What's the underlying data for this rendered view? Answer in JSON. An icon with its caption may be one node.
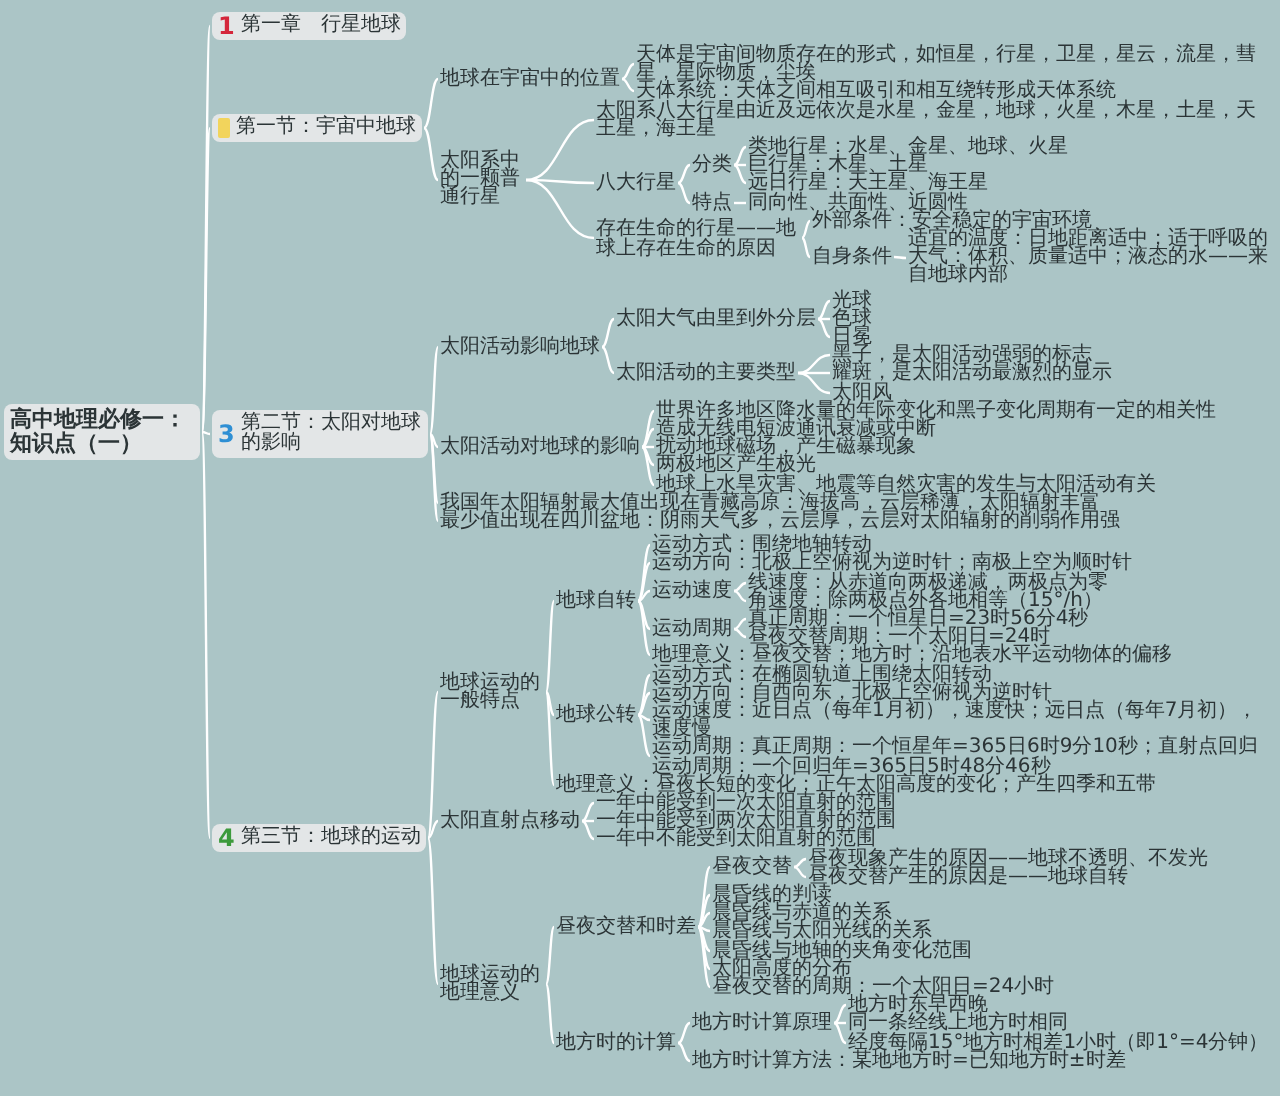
{
  "diagram": {
    "nodes": [
      {
        "text": [
          "高中地理必修一：知识点（一）"
        ]
      },
      {
        "text": [
          "1",
          "第一章　行星地球"
        ]
      },
      {
        "text": [
          "第一节：宇宙中地球"
        ]
      },
      {
        "text": [
          "地球在宇宙中的位置"
        ]
      },
      {
        "text": [
          "天体是宇宙间物质存在的形式，如恒星，行星，卫星，星云，流星，彗星，星际物质，尘埃"
        ]
      },
      {
        "text": [
          "天体系统：天体之间相互吸引和相互绕转形成天体系统"
        ]
      },
      {
        "text": [
          "太阳系中的一颗普通行星"
        ]
      },
      {
        "text": [
          "太阳系八大行星由近及远依次是水星，金星，地球，火星，木星，土星，天王星，海王星"
        ]
      },
      {
        "text": [
          "八大行星"
        ]
      },
      {
        "text": [
          "分类"
        ]
      },
      {
        "text": [
          "类地行星：水星、金星、地球、火星"
        ]
      },
      {
        "text": [
          "巨行星：木星、土星"
        ]
      },
      {
        "text": [
          "远日行星：天王星、海王星"
        ]
      },
      {
        "text": [
          "特点"
        ]
      },
      {
        "text": [
          "同向性、共面性、近圆性"
        ]
      },
      {
        "text": [
          "存在生命的行星——地球上存在生命的原因"
        ]
      },
      {
        "text": [
          "外部条件：安全稳定的宇宙环境"
        ]
      },
      {
        "text": [
          "自身条件"
        ]
      },
      {
        "text": [
          "适宜的温度：日地距离适中；适于呼吸的大气：体积、质量适中；液态的水——来自地球内部"
        ]
      },
      {
        "text": [
          "3",
          "第二节：太阳对地球的影响"
        ]
      },
      {
        "text": [
          "太阳活动影响地球"
        ]
      },
      {
        "text": [
          "太阳大气由里到外分层"
        ]
      },
      {
        "text": [
          "光球"
        ]
      },
      {
        "text": [
          "色球"
        ]
      },
      {
        "text": [
          "日冕"
        ]
      },
      {
        "text": [
          "太阳活动的主要类型"
        ]
      },
      {
        "text": [
          "黑子，是太阳活动强弱的标志"
        ]
      },
      {
        "text": [
          "耀斑，是太阳活动最激烈的显示"
        ]
      },
      {
        "text": [
          "太阳风"
        ]
      },
      {
        "text": [
          "太阳活动对地球的影响"
        ]
      },
      {
        "text": [
          "世界许多地区降水量的年际变化和黑子变化周期有一定的相关性"
        ]
      },
      {
        "text": [
          "造成无线电短波通讯衰减或中断"
        ]
      },
      {
        "text": [
          "扰动地球磁场，产生磁暴现象"
        ]
      },
      {
        "text": [
          "两极地区产生极光"
        ]
      },
      {
        "text": [
          "地球上水旱灾害、地震等自然灾害的发生与太阳活动有关"
        ]
      },
      {
        "text": [
          "我国年太阳辐射最大值出现在青藏高原：海拔高，云层稀薄，太阳辐射丰富"
        ]
      },
      {
        "text": [
          "最少值出现在四川盆地：阴雨天气多，云层厚，云层对太阳辐射的削弱作用强"
        ]
      },
      {
        "text": [
          "4",
          "第三节：地球的运动"
        ]
      },
      {
        "text": [
          "地球运动的一般特点"
        ]
      },
      {
        "text": [
          "地球自转"
        ]
      },
      {
        "text": [
          "运动方式：围绕地轴转动"
        ]
      },
      {
        "text": [
          "运动方向：北极上空俯视为逆时针；南极上空为顺时针"
        ]
      },
      {
        "text": [
          "运动速度"
        ]
      },
      {
        "text": [
          "线速度：从赤道向两极递减，两极点为零"
        ]
      },
      {
        "text": [
          "角速度：除两极点外各地相等（15°/h）"
        ]
      },
      {
        "text": [
          "运动周期"
        ]
      },
      {
        "text": [
          "真正周期：一个恒星日=23时56分4秒"
        ]
      },
      {
        "text": [
          "昼夜交替周期：一个太阳日=24时"
        ]
      },
      {
        "text": [
          "地理意义：昼夜交替；地方时；沿地表水平运动物体的偏移"
        ]
      },
      {
        "text": [
          "地球公转"
        ]
      },
      {
        "text": [
          "运动方式：在椭圆轨道上围绕太阳转动"
        ]
      },
      {
        "text": [
          "运动方向：自西向东，北极上空俯视为逆时针"
        ]
      },
      {
        "text": [
          "运动速度：近日点（每年1月初），速度快；远日点（每年7月初），速度慢"
        ]
      },
      {
        "text": [
          "运动周期：真正周期：一个恒星年=365日6时9分10秒；直射点回归运动周期：一个回归年=365日5时48分46秒"
        ]
      },
      {
        "text": [
          "地理意义：昼夜长短的变化；正午太阳高度的变化；产生四季和五带"
        ]
      },
      {
        "text": [
          "太阳直射点移动"
        ]
      },
      {
        "text": [
          "一年中能受到一次太阳直射的范围"
        ]
      },
      {
        "text": [
          "一年中能受到两次太阳直射的范围"
        ]
      },
      {
        "text": [
          "一年中不能受到太阳直射的范围"
        ]
      },
      {
        "text": [
          "地球运动的地理意义"
        ]
      },
      {
        "text": [
          "昼夜交替和时差"
        ]
      },
      {
        "text": [
          "昼夜交替"
        ]
      },
      {
        "text": [
          "昼夜现象产生的原因——地球不透明、不发光"
        ]
      },
      {
        "text": [
          "昼夜交替产生的原因是——地球自转"
        ]
      },
      {
        "text": [
          "晨昏线的判读"
        ]
      },
      {
        "text": [
          "晨昏线与赤道的关系"
        ]
      },
      {
        "text": [
          "晨昏线与太阳光线的关系"
        ]
      },
      {
        "text": [
          "晨昏线与地轴的夹角变化范围"
        ]
      },
      {
        "text": [
          "太阳高度的分布"
        ]
      },
      {
        "text": [
          "昼夜交替的周期：一个太阳日=24小时"
        ]
      },
      {
        "text": [
          "地方时的计算"
        ]
      },
      {
        "text": [
          "地方时计算原理"
        ]
      },
      {
        "text": [
          "地方时东早西晚"
        ]
      },
      {
        "text": [
          "同一条经线上地方时相同"
        ]
      },
      {
        "text": [
          "经度每隔15°地方时相差1小时（即1°=4分钟）"
        ]
      },
      {
        "text": [
          "地方时计算方法：某地地方时=已知地方时±时差"
        ]
      }
    ],
    "edges": [
      {
        "from": 0,
        "to": 1,
        "arrow": "none"
      },
      {
        "from": 0,
        "to": 2,
        "arrow": "none"
      },
      {
        "from": 0,
        "to": 19,
        "arrow": "none"
      },
      {
        "from": 0,
        "to": 37,
        "arrow": "none"
      },
      {
        "from": 2,
        "to": 3,
        "arrow": "none"
      },
      {
        "from": 3,
        "to": 4,
        "arrow": "none"
      },
      {
        "from": 3,
        "to": 5,
        "arrow": "none"
      },
      {
        "from": 2,
        "to": 6,
        "arrow": "none"
      },
      {
        "from": 6,
        "to": 7,
        "arrow": "none"
      },
      {
        "from": 6,
        "to": 8,
        "arrow": "none"
      },
      {
        "from": 8,
        "to": 9,
        "arrow": "none"
      },
      {
        "from": 9,
        "to": 10,
        "arrow": "none"
      },
      {
        "from": 9,
        "to": 11,
        "arrow": "none"
      },
      {
        "from": 9,
        "to": 12,
        "arrow": "none"
      },
      {
        "from": 8,
        "to": 13,
        "arrow": "none"
      },
      {
        "from": 13,
        "to": 14,
        "arrow": "none"
      },
      {
        "from": 6,
        "to": 15,
        "arrow": "none"
      },
      {
        "from": 15,
        "to": 16,
        "arrow": "none"
      },
      {
        "from": 15,
        "to": 17,
        "arrow": "none"
      },
      {
        "from": 17,
        "to": 18,
        "arrow": "none"
      },
      {
        "from": 19,
        "to": 20,
        "arrow": "none"
      },
      {
        "from": 20,
        "to": 21,
        "arrow": "none"
      },
      {
        "from": 21,
        "to": 22,
        "arrow": "none"
      },
      {
        "from": 21,
        "to": 23,
        "arrow": "none"
      },
      {
        "from": 21,
        "to": 24,
        "arrow": "none"
      },
      {
        "from": 20,
        "to": 25,
        "arrow": "none"
      },
      {
        "from": 25,
        "to": 26,
        "arrow": "none"
      },
      {
        "from": 25,
        "to": 27,
        "arrow": "none"
      },
      {
        "from": 25,
        "to": 28,
        "arrow": "none"
      },
      {
        "from": 19,
        "to": 29,
        "arrow": "none"
      },
      {
        "from": 29,
        "to": 30,
        "arrow": "none"
      },
      {
        "from": 29,
        "to": 31,
        "arrow": "none"
      },
      {
        "from": 29,
        "to": 32,
        "arrow": "none"
      },
      {
        "from": 29,
        "to": 33,
        "arrow": "none"
      },
      {
        "from": 29,
        "to": 34,
        "arrow": "none"
      },
      {
        "from": 19,
        "to": 35,
        "arrow": "none"
      },
      {
        "from": 19,
        "to": 36,
        "arrow": "none"
      },
      {
        "from": 37,
        "to": 38,
        "arrow": "none"
      },
      {
        "from": 38,
        "to": 39,
        "arrow": "none"
      },
      {
        "from": 39,
        "to": 40,
        "arrow": "none"
      },
      {
        "from": 39,
        "to": 41,
        "arrow": "none"
      },
      {
        "from": 39,
        "to": 42,
        "arrow": "none"
      },
      {
        "from": 42,
        "to": 43,
        "arrow": "none"
      },
      {
        "from": 42,
        "to": 44,
        "arrow": "none"
      },
      {
        "from": 39,
        "to": 45,
        "arrow": "none"
      },
      {
        "from": 45,
        "to": 46,
        "arrow": "none"
      },
      {
        "from": 45,
        "to": 47,
        "arrow": "none"
      },
      {
        "from": 39,
        "to": 48,
        "arrow": "none"
      },
      {
        "from": 38,
        "to": 49,
        "arrow": "none"
      },
      {
        "from": 49,
        "to": 50,
        "arrow": "none"
      },
      {
        "from": 49,
        "to": 51,
        "arrow": "none"
      },
      {
        "from": 49,
        "to": 52,
        "arrow": "none"
      },
      {
        "from": 49,
        "to": 53,
        "arrow": "none"
      },
      {
        "from": 38,
        "to": 54,
        "arrow": "none"
      },
      {
        "from": 37,
        "to": 55,
        "arrow": "none"
      },
      {
        "from": 55,
        "to": 56,
        "arrow": "none"
      },
      {
        "from": 55,
        "to": 57,
        "arrow": "none"
      },
      {
        "from": 55,
        "to": 58,
        "arrow": "none"
      },
      {
        "from": 37,
        "to": 59,
        "arrow": "none"
      },
      {
        "from": 59,
        "to": 60,
        "arrow": "none"
      },
      {
        "from": 60,
        "to": 61,
        "arrow": "none"
      },
      {
        "from": 61,
        "to": 62,
        "arrow": "none"
      },
      {
        "from": 61,
        "to": 63,
        "arrow": "none"
      },
      {
        "from": 60,
        "to": 64,
        "arrow": "none"
      },
      {
        "from": 60,
        "to": 65,
        "arrow": "none"
      },
      {
        "from": 60,
        "to": 66,
        "arrow": "none"
      },
      {
        "from": 60,
        "to": 67,
        "arrow": "none"
      },
      {
        "from": 60,
        "to": 68,
        "arrow": "none"
      },
      {
        "from": 60,
        "to": 69,
        "arrow": "none"
      },
      {
        "from": 59,
        "to": 70,
        "arrow": "none"
      },
      {
        "from": 70,
        "to": 71,
        "arrow": "none"
      },
      {
        "from": 71,
        "to": 72,
        "arrow": "none"
      },
      {
        "from": 71,
        "to": 73,
        "arrow": "none"
      },
      {
        "from": 71,
        "to": 74,
        "arrow": "none"
      },
      {
        "from": 70,
        "to": 75,
        "arrow": "none"
      }
    ]
  }
}
